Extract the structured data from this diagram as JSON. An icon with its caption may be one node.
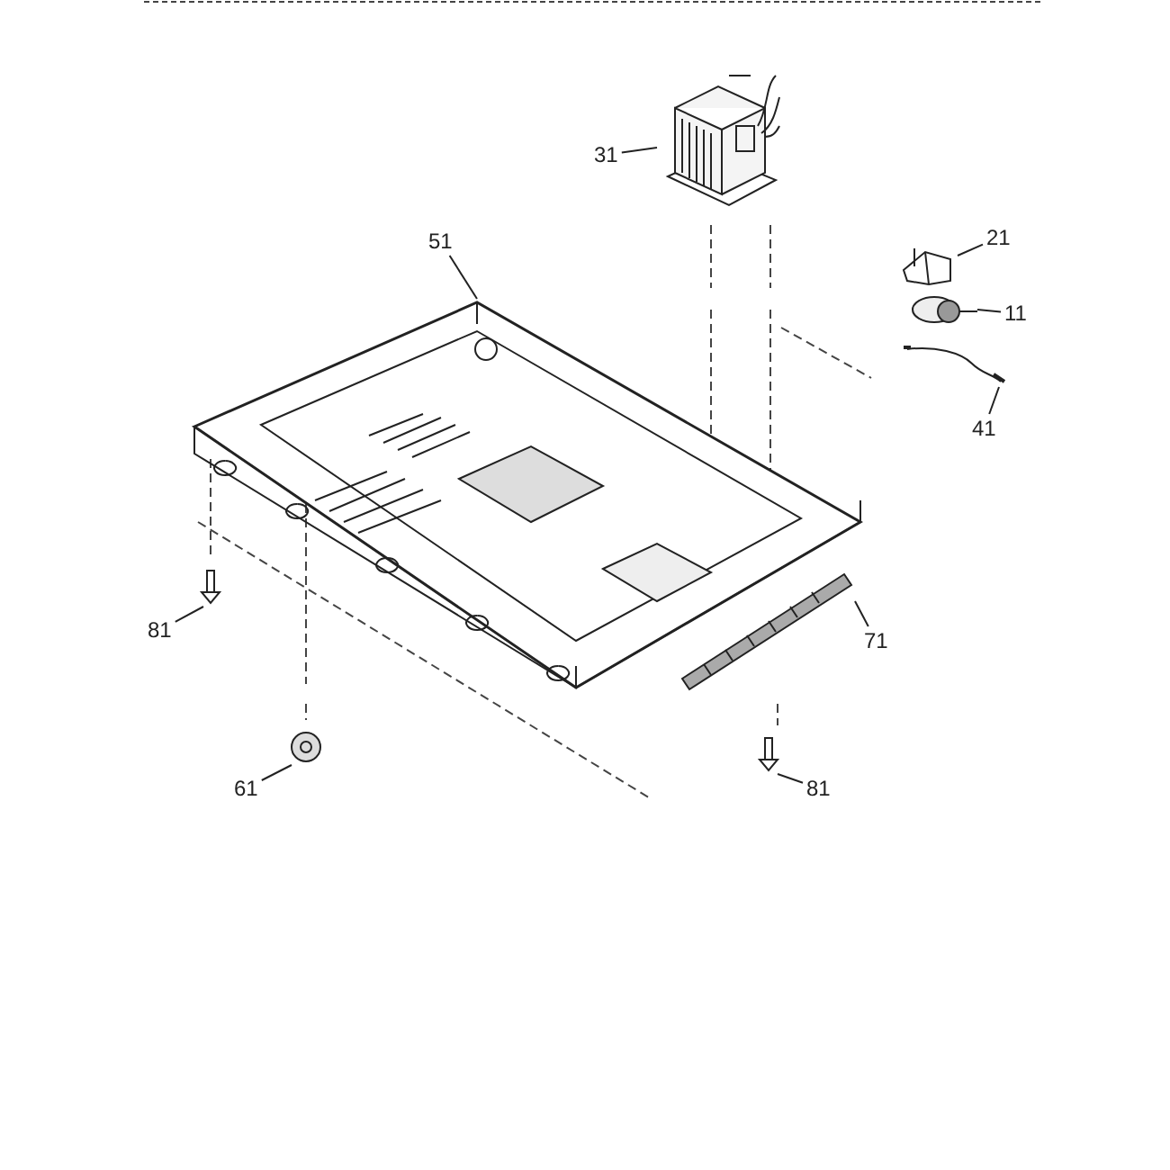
{
  "diagram": {
    "nodes": [
      {
        "text": [
          "31"
        ]
      },
      {
        "text": [
          "21"
        ]
      },
      {
        "text": [
          "11"
        ]
      },
      {
        "text": [
          "51"
        ]
      },
      {
        "text": [
          "41"
        ]
      },
      {
        "text": [
          "81"
        ]
      },
      {
        "text": [
          "71"
        ]
      },
      {
        "text": [
          "61"
        ]
      },
      {
        "text": [
          "81"
        ]
      },
      {
        "text": [],
        "shape": "picture"
      },
      {
        "text": [],
        "shape": "picture"
      },
      {
        "text": [],
        "shape": "picture"
      },
      {
        "text": [],
        "shape": "picture"
      },
      {
        "text": [],
        "shape": "picture"
      },
      {
        "text": [],
        "shape": "picture"
      },
      {
        "text": [],
        "shape": "picture"
      },
      {
        "text": [],
        "shape": "picture"
      },
      {
        "text": [],
        "shape": "picture"
      }
    ],
    "edges": [
      {
        "from": 0,
        "to": 9,
        "arrow": "none"
      },
      {
        "from": 1,
        "to": 10,
        "arrow": "none"
      },
      {
        "from": 2,
        "to": 11,
        "arrow": "none"
      },
      {
        "from": 3,
        "to": 12,
        "arrow": "none"
      },
      {
        "from": 4,
        "to": 13,
        "arrow": "none"
      },
      {
        "from": 5,
        "to": 14,
        "arrow": "none"
      },
      {
        "from": 6,
        "to": 15,
        "arrow": "none"
      },
      {
        "from": 7,
        "to": 16,
        "arrow": "none"
      },
      {
        "from": 8,
        "to": 17,
        "arrow": "none"
      }
    ]
  }
}
